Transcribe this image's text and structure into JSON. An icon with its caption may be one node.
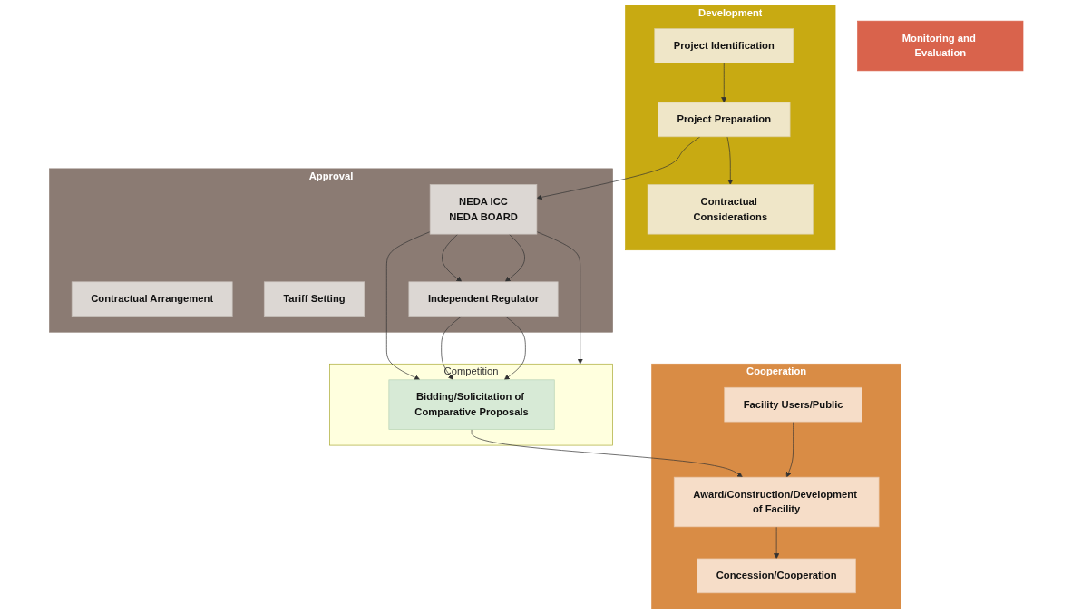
{
  "diagram": {
    "nodes": [
      {
        "text": [
          "Monitoring and Evaluation"
        ]
      },
      {
        "text": [
          "Development"
        ]
      },
      {
        "text": [
          "Project Identification"
        ],
        "in": 1
      },
      {
        "text": [
          "Project Preparation"
        ],
        "in": 1
      },
      {
        "text": [
          "Contractual Considerations"
        ],
        "in": 1
      },
      {
        "text": [
          "Approval"
        ]
      },
      {
        "text": [
          "Contractual Arrangement"
        ],
        "in": 5
      },
      {
        "text": [
          "NEDA ICC",
          "NEDA BOARD"
        ],
        "in": 5
      },
      {
        "text": [
          "Tariff Setting"
        ],
        "in": 5
      },
      {
        "text": [
          "Independent Regulator"
        ],
        "in": 5
      },
      {
        "text": [
          "Competition"
        ]
      },
      {
        "text": [
          "Bidding/Solicitation of Comparative Proposals"
        ],
        "in": 10
      },
      {
        "text": [
          "Cooperation"
        ]
      },
      {
        "text": [
          "Award/Construction/Development of Facility"
        ],
        "in": 12
      },
      {
        "text": [
          "Concession/Cooperation"
        ],
        "in": 12
      },
      {
        "text": [
          "Facility Users/Public"
        ],
        "in": 12
      }
    ],
    "edges": [
      {
        "from": 2,
        "to": 3,
        "arrow": "to"
      },
      {
        "from": 3,
        "to": 4,
        "arrow": "to"
      },
      {
        "from": 3,
        "to": 7,
        "arrow": "to"
      },
      {
        "from": 7,
        "to": 11,
        "arrow": "to"
      },
      {
        "from": 7,
        "to": 9,
        "arrow": "to"
      },
      {
        "from": 7,
        "to": 9,
        "arrow": "to"
      },
      {
        "from": 7,
        "to": 10,
        "arrow": "to"
      },
      {
        "from": 9,
        "to": 11,
        "arrow": "to"
      },
      {
        "from": 9,
        "to": 11,
        "arrow": "to"
      },
      {
        "from": 11,
        "to": 13,
        "arrow": "to"
      },
      {
        "from": 13,
        "to": 14,
        "arrow": "to"
      },
      {
        "from": 15,
        "to": 13,
        "arrow": "to"
      }
    ]
  }
}
